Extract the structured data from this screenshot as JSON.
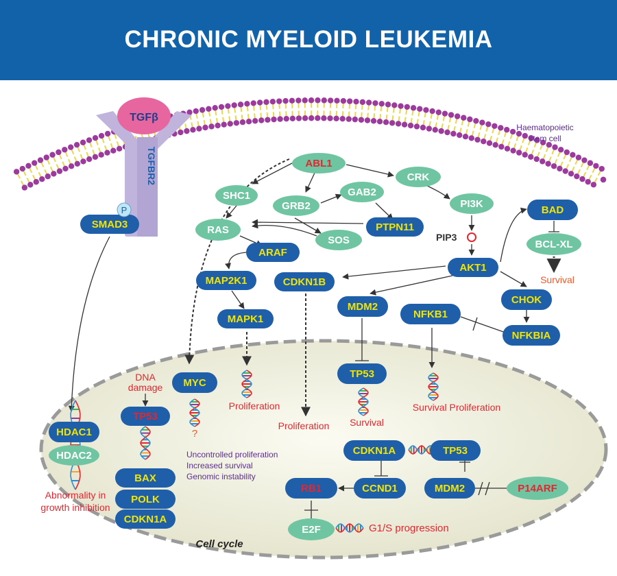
{
  "title": "CHRONIC MYELOID LEUKEMIA",
  "colors": {
    "header": "#1162a8",
    "blue_node": "#1f5ea8",
    "green_node": "#6fc5a2",
    "yellow_text": "#f2e600",
    "red_text": "#e3262f",
    "purple_text": "#5c2d91",
    "receptor": "#c0b3dc",
    "tgf_ligand": "#e8669f",
    "membrane": "#9c3a9e",
    "membrane_tail": "#e8d84a",
    "cell_fill": "#eeeedd",
    "cell_border": "#9a9a9a"
  },
  "labels": {
    "haematopoietic_line1": "Haematopoietic",
    "haematopoietic_line2": "stem cell",
    "tgfb": "TGFβ",
    "tgfbr2": "TGFBR2",
    "p": "P",
    "pip3": "PIP3",
    "survival_right": "Survival",
    "dna_damage_line1": "DNA",
    "dna_damage_line2": "damage",
    "proliferation_1": "Proliferation",
    "proliferation_2": "Proliferation",
    "question": "?",
    "survival_tp53": "Survival",
    "survival_proliferation": "Survival Proliferation",
    "uncontrolled_1": "Uncontrolled proliferation",
    "uncontrolled_2": "Increased survival",
    "uncontrolled_3": "Genomic instability",
    "abnormality_line1": "Abnormality in",
    "abnormality_line2": "growth inhibition",
    "g1s": "G1/S progression",
    "cell_cycle": "Cell cycle"
  },
  "nodes": {
    "abl1": "ABL1",
    "shc1": "SHC1",
    "grb2": "GRB2",
    "gab2": "GAB2",
    "crk": "CRK",
    "pi3k": "PI3K",
    "ras": "RAS",
    "sos": "SOS",
    "ptpn11": "PTPN11",
    "araf": "ARAF",
    "map2k1": "MAP2K1",
    "mapk1": "MAPK1",
    "cdkn1b": "CDKN1B",
    "akt1": "AKT1",
    "mdm2_top": "MDM2",
    "nfkb1": "NFKB1",
    "chok": "CHOK",
    "nfkbia": "NFKBIA",
    "bad": "BAD",
    "bclxl": "BCL-XL",
    "smad3": "SMAD3",
    "myc": "MYC",
    "tp53_top": "TP53",
    "tp53_left": "TP53",
    "hdac1": "HDAC1",
    "hdac2": "HDAC2",
    "bax": "BAX",
    "polk": "POLK",
    "cdkn1a_left": "CDKN1A",
    "cdkn1a_right": "CDKN1A",
    "tp53_right": "TP53",
    "rb1": "RB1",
    "ccnd1": "CCND1",
    "mdm2_bottom": "MDM2",
    "p14arf": "P14ARF",
    "e2f": "E2F"
  }
}
